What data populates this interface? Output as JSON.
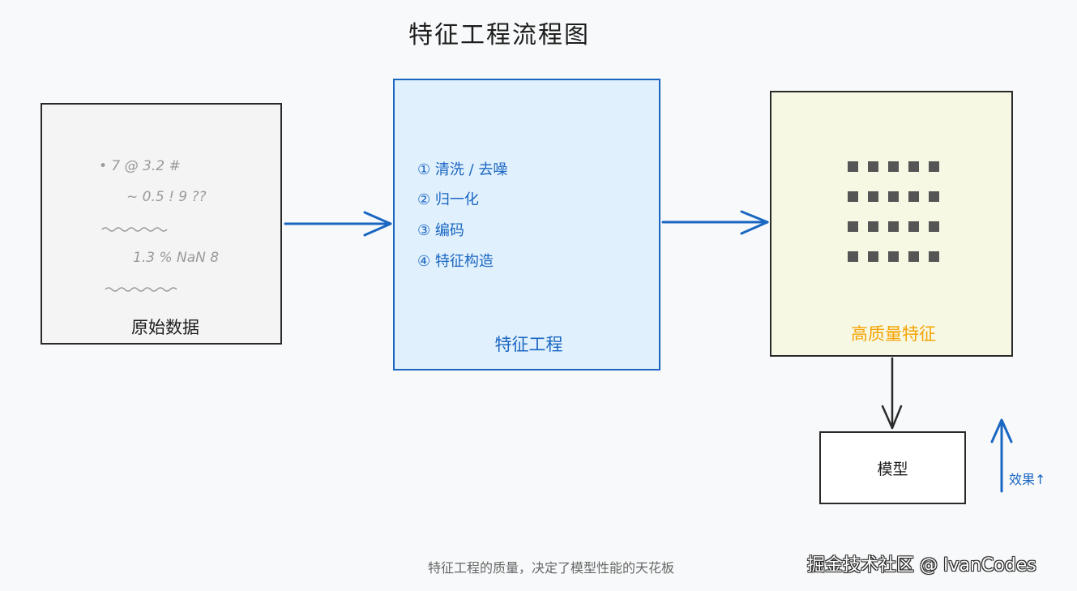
{
  "title": "特征工程流程图",
  "raw": {
    "lines": [
      "• 7 @ 3.2 #",
      "~ 0.5 ! 9 ??",
      "1.3 % NaN 8"
    ],
    "label": "原始数据"
  },
  "fe": {
    "steps": [
      "① 清洗 / 去噪",
      "② 归一化",
      "③ 编码",
      "④ 特征构造"
    ],
    "label": "特征工程"
  },
  "output": {
    "label": "高质量特征",
    "grid_rows": 4,
    "grid_cols": 5
  },
  "model": {
    "label": "模型",
    "effect": "效果↑"
  },
  "caption": "特征工程的质量，决定了模型性能的天花板",
  "watermark": "掘金技术社区 @ IvanCodes",
  "colors": {
    "blue": "#1a67c2",
    "blue_fill": "#e1f0fd",
    "yellow_fill": "#f7f8e4",
    "orange": "#f4a300",
    "dark": "#2a2a2a"
  }
}
